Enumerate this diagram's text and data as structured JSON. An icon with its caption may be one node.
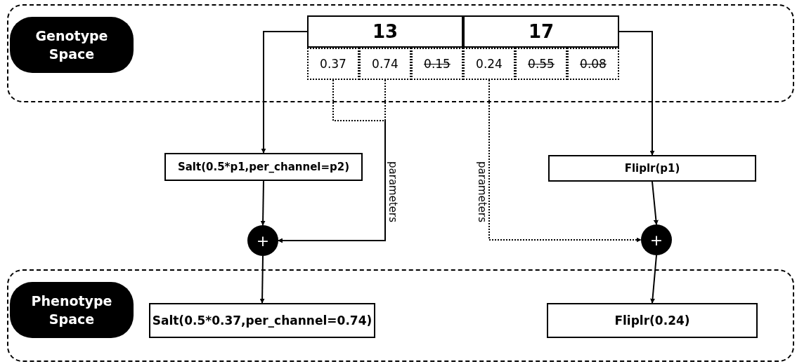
{
  "diagram": {
    "nodes": [
      {
        "text": [],
        "shape": "box"
      },
      {
        "text": [
          "Genotype Space"
        ],
        "in": 0
      },
      {
        "text": [
          "13"
        ],
        "in": 0
      },
      {
        "text": [
          "17"
        ],
        "in": 0
      },
      {
        "text": [
          "0.37"
        ],
        "in": 0
      },
      {
        "text": [
          "0.74"
        ],
        "in": 0
      },
      {
        "text": [
          "0.15"
        ],
        "in": 0
      },
      {
        "text": [
          "0.24"
        ],
        "in": 0
      },
      {
        "text": [
          "0.55"
        ],
        "in": 0
      },
      {
        "text": [
          "0.08"
        ],
        "in": 0
      },
      {
        "text": [
          "Salt(0.5*p1,per_channel=p2)"
        ]
      },
      {
        "text": [
          "Fliplr(p1)"
        ]
      },
      {
        "text": [
          "+"
        ]
      },
      {
        "text": [
          "+"
        ]
      },
      {
        "text": [],
        "shape": "box"
      },
      {
        "text": [
          "Phenotype Space"
        ],
        "in": 14
      },
      {
        "text": [
          "Salt(0.5*0.37,per_channel=0.74)"
        ],
        "in": 14
      },
      {
        "text": [
          "Fliplr(0.24)"
        ],
        "in": 14
      }
    ],
    "edges": [
      {
        "from": 2,
        "to": 10,
        "arrow": "to"
      },
      {
        "from": 3,
        "to": 11,
        "arrow": "to"
      },
      {
        "from": 10,
        "to": 12,
        "arrow": "to"
      },
      {
        "from": 11,
        "to": 13,
        "arrow": "to"
      },
      {
        "from": 12,
        "to": 16,
        "arrow": "to"
      },
      {
        "from": 13,
        "to": 17,
        "arrow": "to"
      },
      {
        "from": 4,
        "to": 12,
        "arrow": "to",
        "style": "dashed",
        "label": "parameters"
      },
      {
        "from": 5,
        "to": 12,
        "arrow": "to",
        "style": "dashed"
      },
      {
        "from": 7,
        "to": 13,
        "arrow": "to",
        "style": "dashed",
        "label": "parameters"
      }
    ]
  }
}
